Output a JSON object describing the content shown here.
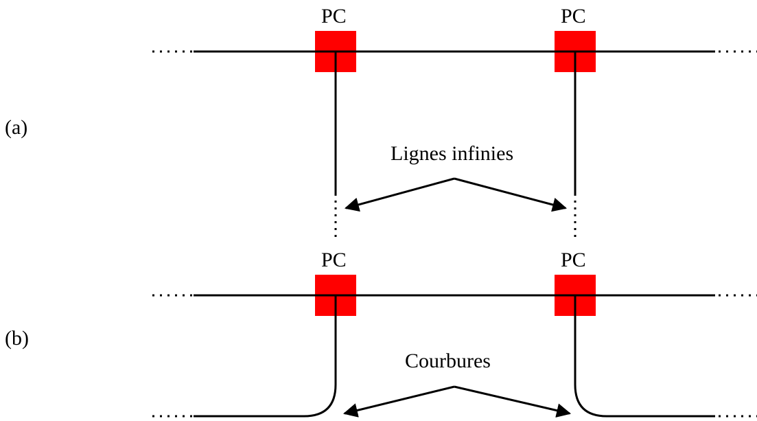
{
  "colors": {
    "connection_point": "#ff0000",
    "line": "#000000",
    "background": "#ffffff"
  },
  "panel_a": {
    "label": "(a)",
    "pc_left": "PC",
    "pc_right": "PC",
    "annotation": "Lignes infinies"
  },
  "panel_b": {
    "label": "(b)",
    "pc_left": "PC",
    "pc_right": "PC",
    "annotation": "Courbures"
  }
}
